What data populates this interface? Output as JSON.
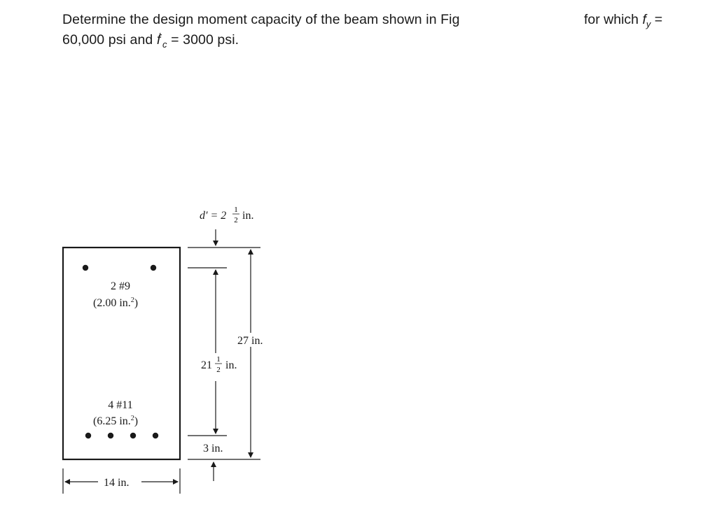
{
  "problem": {
    "line1": "Determine the design moment capacity of the beam shown in Fig",
    "tail": "for which",
    "fy_symbol": "f",
    "fy_sub": "y",
    "equals": "=",
    "line2_value_fy": "60,000 psi and",
    "fc_symbol": "f",
    "fc_sub": "c",
    "fc_prime": "′",
    "fc_equals": "=",
    "line2_value_fc": "3000 psi."
  },
  "figure": {
    "d_prime_label": "d′ = 2",
    "d_prime_frac_num": "1",
    "d_prime_frac_den": "2",
    "d_prime_unit": "in.",
    "top_bars_label": "2 #9",
    "top_bars_area": "(2.00 in.",
    "top_bars_area_sup": "2",
    "top_bars_area_close": ")",
    "bottom_bars_label": "4 #11",
    "bottom_bars_area": "(6.25 in.",
    "bottom_bars_area_sup": "2",
    "bottom_bars_area_close": ")",
    "height_label": "27 in.",
    "inner_dim_whole": "21",
    "inner_dim_frac_num": "1",
    "inner_dim_frac_den": "2",
    "inner_dim_unit": "in.",
    "cover_label": "3 in.",
    "width_label": "14 in."
  }
}
